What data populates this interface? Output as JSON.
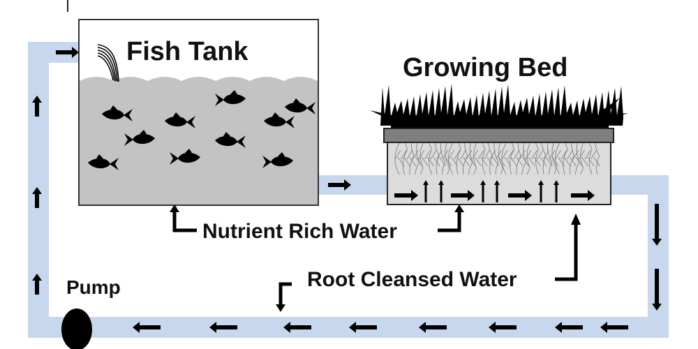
{
  "diagram": {
    "type": "aquaponics-cycle",
    "colors": {
      "pipe": "#c6d7ee",
      "tank_water": "#c3c3c3",
      "bed_fill": "#dcdcdc",
      "bed_tray": "#7f7f7f",
      "ink": "#000000",
      "outline": "#333333"
    }
  },
  "labels": {
    "fish_tank": "Fish Tank",
    "growing_bed": "Growing Bed",
    "nutrient_rich_water": "Nutrient Rich Water",
    "root_cleansed_water": "Root Cleansed Water",
    "pump": "Pump"
  },
  "components": {
    "fish_tank": {
      "fish_count": 10
    },
    "growing_bed": {
      "upward_flow_arrows": 6,
      "horizontal_flow_arrows": 4
    }
  },
  "flow": {
    "sequence": [
      "Pump",
      "Fish Tank",
      "Growing Bed",
      "Pump"
    ],
    "left_pipe_direction": "up",
    "top_inlet_direction": "right",
    "tank_to_bed_direction": "right",
    "right_pipe_direction": "down",
    "bottom_pipe_direction": "left"
  }
}
